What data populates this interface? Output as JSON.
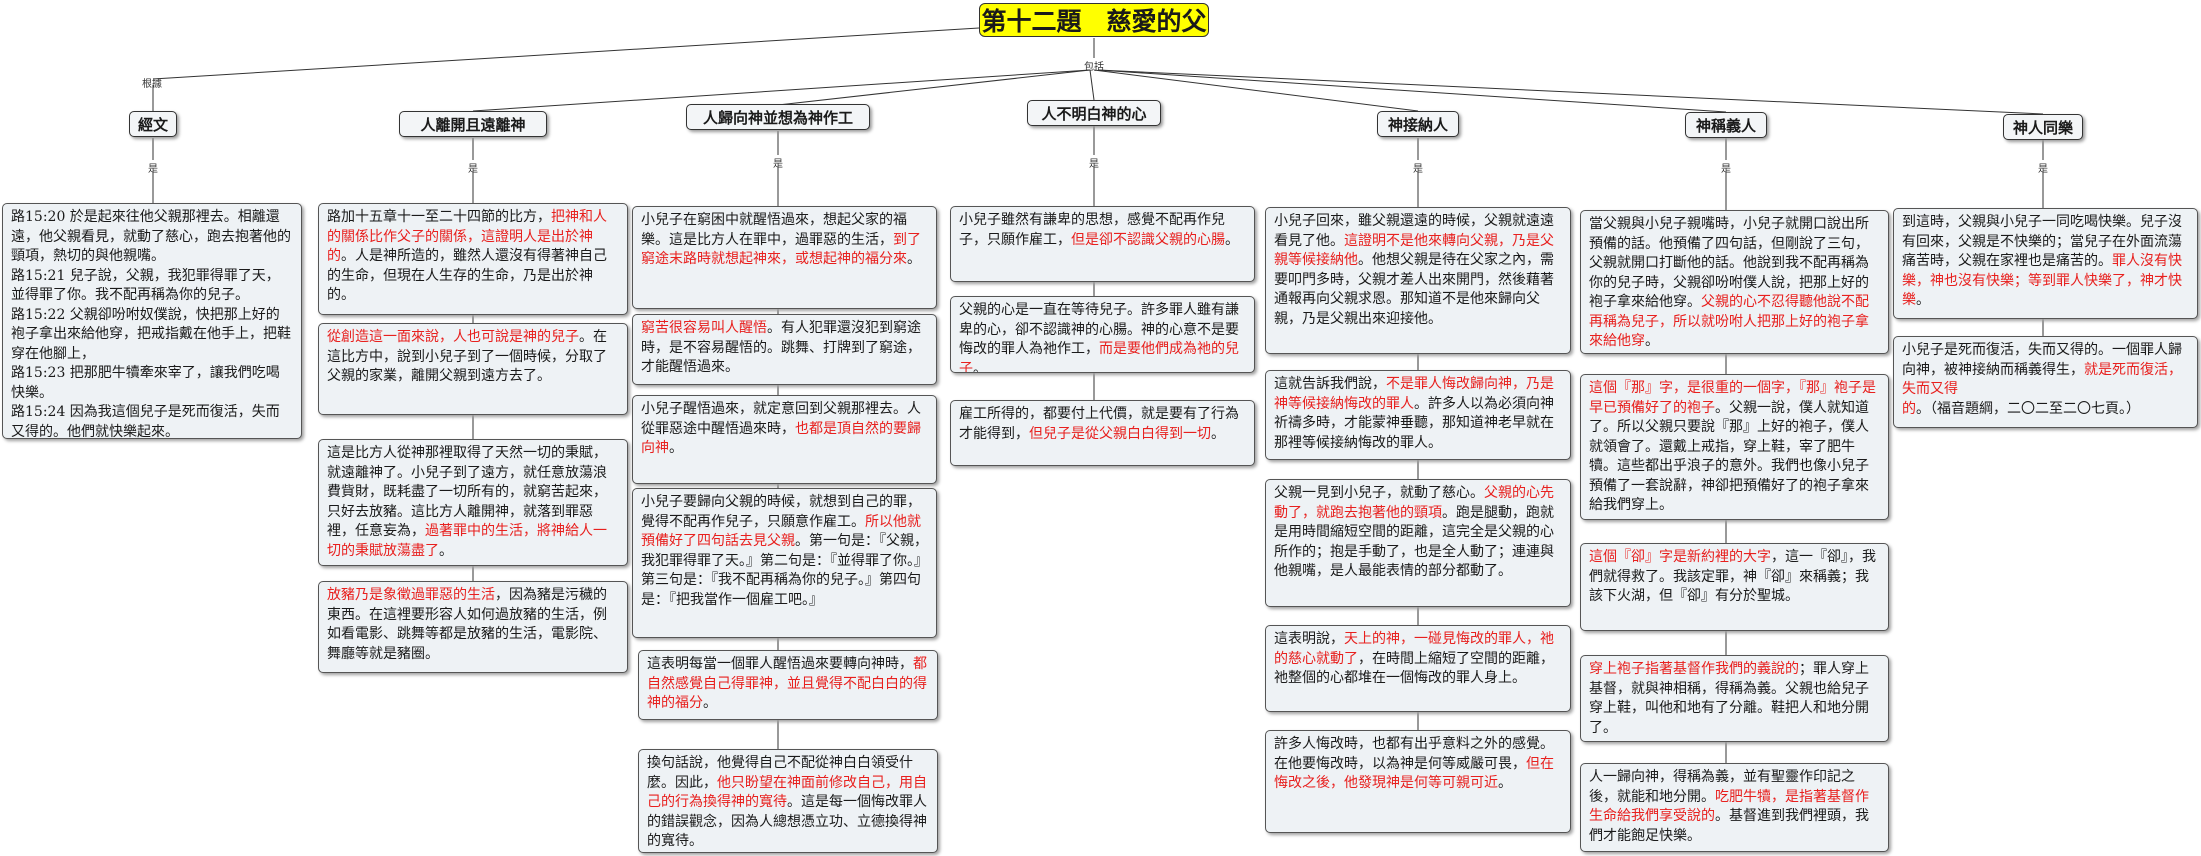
{
  "title": "第十二題　慈愛的父",
  "labels": {
    "basis": "根據",
    "includes": "包括",
    "is": "是"
  },
  "heads": {
    "scripture": "經文",
    "h1": "人離開且遠離神",
    "h2": "人歸向神並想為神作工",
    "h3": "人不明白神的心",
    "h4": "神接納人",
    "h5": "神稱義人",
    "h6": "神人同樂"
  },
  "scripture": {
    "text": "路15:20 於是起來往他父親那裡去。相離還遠，他父親看見，就動了慈心，跑去抱著他的頸項，熱切的與他親嘴。\n路15:21 兒子說，父親，我犯罪得罪了天，並得罪了你。我不配再稱為你的兒子。\n路15:22 父親卻吩咐奴僕說，快把那上好的袍子拿出來給他穿，把戒指戴在他手上，把鞋穿在他腳上，\n路15:23 把那肥牛犢牽來宰了，讓我們吃喝快樂。\n路15:24 因為我這個兒子是死而復活，失而又得的。他們就快樂起來。"
  },
  "c1": {
    "b1": {
      "t1": "路加十五章十一至二十四節的比方，",
      "r1": "把神和人的關係比作父子的關係，這證明人是出於神的",
      "t2": "。人是神所造的，雖然人還沒有得著神自己的生命，但現在人生存的生命，乃是出於神的。"
    },
    "b2": {
      "r1": "從創造這一面來說，人也可說是神的兒子",
      "t1": "。在這比方中，說到小兒子到了一個時候，分取了父親的家業，離開父親到遠方去了。"
    },
    "b3": {
      "t1": "這是比方人從神那裡取得了天然一切的秉賦，就遠離神了。小兒子到了遠方，就任意放蕩浪費貲財，既耗盡了一切所有的，就窮苦起來，只好去放豬。這比方人離開神，就落到罪惡裡，任意妄為，",
      "r1": "過著罪中的生活，將神給人一切的秉賦放蕩盡了",
      "t2": "。"
    },
    "b4": {
      "r1": "放豬乃是象徵過罪惡的生活",
      "t1": "，因為豬是污穢的東西。在這裡要形容人如何過放豬的生活，例如看電影、跳舞等都是放豬的生活，電影院、舞廳等就是豬圈。"
    }
  },
  "c2": {
    "b1": {
      "t1": "小兒子在窮困中就醒悟過來，想起父家的福樂。這是比方人在罪中，過罪惡的生活，",
      "r1": "到了窮途末路時就想起神來，或想起神的福分來",
      "t2": "。"
    },
    "b2": {
      "r1": "窮苦很容易叫人醒悟",
      "t1": "。有人犯罪還沒犯到窮途時，是不容易醒悟的。跳舞、打牌到了窮途，才能醒悟過來。"
    },
    "b3": {
      "t1": "小兒子醒悟過來，就定意回到父親那裡去。人從罪惡途中醒悟過來時，",
      "r1": "也都是頂自然的要歸向神",
      "t2": "。"
    },
    "b4": {
      "t1": "小兒子要歸向父親的時候，就想到自己的罪，覺得不配再作兒子，只願意作雇工。",
      "r1": "所以他就預備好了四句話去見父親",
      "t2": "。第一句是：『父親，我犯罪得罪了天。』第二句是：『並得罪了你。』第三句是：『我不配再稱為你的兒子。』第四句是：『把我當作一個雇工吧。』"
    },
    "b5": {
      "t1": "這表明每當一個罪人醒悟過來要轉向神時，",
      "r1": "都自然感覺自己得罪神，並且覺得不配白白的得神的福分",
      "t2": "。"
    },
    "b6": {
      "t1": "換句話說，他覺得自己不配從神白白領受什麼。因此，",
      "r1": "他只盼望在神面前修改自己，用自己的行為換得神的寬待",
      "t2": "。這是每一個悔改罪人的錯誤觀念，因為人總想憑立功、立德換得神的寬待。"
    }
  },
  "c3": {
    "b1": {
      "t1": "小兒子雖然有謙卑的思想，感覺不配再作兒子，只願作雇工，",
      "r1": "但是卻不認識父親的心腸",
      "t2": "。"
    },
    "b2": {
      "t1": "父親的心是一直在等待兒子。許多罪人雖有謙卑的心，卻不認識神的心腸。神的心意不是要悔改的罪人為祂作工，",
      "r1": "而是要他們成為祂的兒子",
      "t2": "。"
    },
    "b3": {
      "t1": "雇工所得的，都要付上代價，就是要有了行為才能得到，",
      "r1": "但兒子是從父親白白得到一切",
      "t2": "。"
    }
  },
  "c4": {
    "b1": {
      "t1": "小兒子回來，雖父親還遠的時候，父親就遠遠看見了他。",
      "r1": "這證明不是他來轉向父親，乃是父親等候接納他",
      "t2": "。他想父親是待在父家之內，需要叩門多時，父親才差人出來開門，然後藉著通報再向父親求恩。那知道不是他來歸向父親，乃是父親出來迎接他。"
    },
    "b2": {
      "t1": "這就告訴我們說，",
      "r1": "不是罪人悔改歸向神，乃是神等候接納悔改的罪人",
      "t2": "。許多人以為必須向神祈禱多時，才能蒙神垂聽，那知道神老早就在那裡等候接納悔改的罪人。"
    },
    "b3": {
      "t1": "父親一見到小兒子，就動了慈心。",
      "r1": "父親的心先動了，就跑去抱著他的頸項",
      "t2": "。跑是腿動，跑就是用時間縮短空間的距離，這完全是父親的心所作的；抱是手動了，也是全人動了；連連與他親嘴，是人最能表情的部分都動了。"
    },
    "b4": {
      "t1": "這表明說，",
      "r1": "天上的神，一碰見悔改的罪人，祂的慈心就動了",
      "t2": "，在時間上縮短了空間的距離，祂整個的心都堆在一個悔改的罪人身上。"
    },
    "b5": {
      "t1": "許多人悔改時，也都有出乎意料之外的感覺。在他要悔改時，以為神是何等威嚴可畏，",
      "r1": "但在悔改之後，他發現神是何等可親可近",
      "t2": "。"
    }
  },
  "c5": {
    "b1": {
      "t1": "當父親與小兒子親嘴時，小兒子就開口說出所預備的話。他預備了四句話，但剛說了三句，父親就開口打斷他的話。他說到我不配再稱為你的兒子時，父親卻吩咐僕人說，把那上好的袍子拿來給他穿。",
      "r1": "父親的心不忍得聽他說不配再稱為兒子，所以就吩咐人把那上好的袍子拿來給他穿",
      "t2": "。"
    },
    "b2": {
      "r1": "這個『那』字，是很重的一個字，『那』袍子是早已預備好了的袍子",
      "t1": "。父親一說，僕人就知道了。所以父親只要說『那』上好的袍子，僕人就領會了。還戴上戒指，穿上鞋，宰了肥牛犢。這些都出乎浪子的意外。我們也像小兒子預備了一套說辭，神卻把預備好了的袍子拿來給我們穿上。"
    },
    "b3": {
      "r1": "這個『卻』字是新約裡的大字",
      "t1": "，這一『卻』，我們就得救了。我該定罪，神『卻』來稱義；我該下火湖，但『卻』有分於聖城。"
    },
    "b4": {
      "r1": "穿上袍子指著基督作我們的義說的",
      "t1": "；罪人穿上基督，就與神相稱，得稱為義。父親也給兒子穿上鞋，叫他和地有了分離。鞋把人和地分開了。"
    },
    "b5": {
      "t1": "人一歸向神，得稱為義，並有聖靈作印記之後，就能和地分開。",
      "r1": "吃肥牛犢，是指著基督作生命給我們享受說的",
      "t2": "。基督進到我們裡頭，我們才能飽足快樂。"
    }
  },
  "c6": {
    "b1": {
      "t1": "到這時，父親與小兒子一同吃喝快樂。兒子沒有回來，父親是不快樂的；當兒子在外面流蕩痛苦時，父親在家裡也是痛苦的。",
      "r1": "罪人沒有快樂，神也沒有快樂；等到罪人快樂了，神才快樂",
      "t2": "。"
    },
    "b2": {
      "t1": "小兒子是死而復活，失而又得的。一個罪人歸向神，被神接納而稱義得生，",
      "r1": "就是死而復活，失而又得的",
      "t2": "。（福音題綱，二〇二至二〇七頁。）"
    }
  }
}
